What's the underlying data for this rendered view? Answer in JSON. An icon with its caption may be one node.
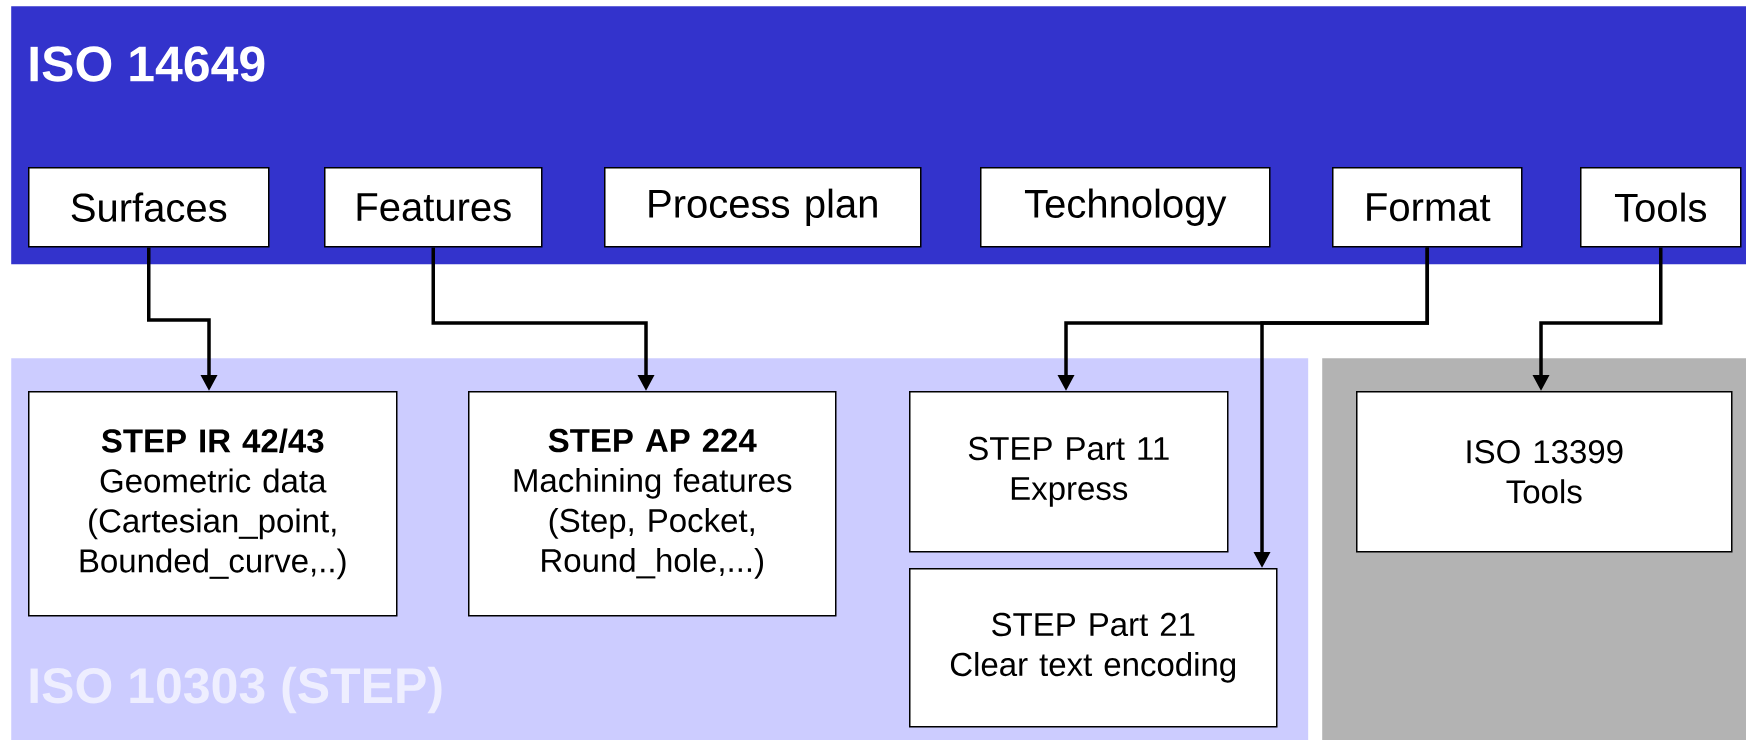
{
  "diagram": {
    "nodes": [
      {
        "text": [
          "ISO 14649"
        ]
      },
      {
        "text": [
          "Surfaces"
        ],
        "in": 0
      },
      {
        "text": [
          "Features"
        ],
        "in": 0
      },
      {
        "text": [
          "Process plan"
        ],
        "in": 0
      },
      {
        "text": [
          "Technology"
        ],
        "in": 0
      },
      {
        "text": [
          "Format"
        ],
        "in": 0
      },
      {
        "text": [
          "Tools"
        ],
        "in": 0
      },
      {
        "text": [
          "ISO 10303 (STEP)"
        ]
      },
      {
        "text": [
          "STEP IR 42/43",
          "Geometric data (Cartesian_point, Bounded_curve,..)"
        ],
        "in": 7
      },
      {
        "text": [
          "STEP AP 224",
          "Machining features (Step, Pocket, Round_hole,...)"
        ],
        "in": 7
      },
      {
        "text": [
          "STEP Part 11",
          "Express"
        ],
        "in": 7
      },
      {
        "text": [
          "STEP Part 21",
          "Clear text encoding"
        ],
        "in": 7
      },
      {
        "text": [],
        "shape": "box"
      },
      {
        "text": [
          "ISO 13399",
          "Tools"
        ],
        "in": 12
      }
    ],
    "edges": [
      {
        "from": 1,
        "to": 8,
        "arrow": "to"
      },
      {
        "from": 2,
        "to": 9,
        "arrow": "to"
      },
      {
        "from": 5,
        "to": 10,
        "arrow": "to"
      },
      {
        "from": 5,
        "to": 11,
        "arrow": "to"
      },
      {
        "from": 6,
        "to": 13,
        "arrow": "to"
      }
    ]
  }
}
